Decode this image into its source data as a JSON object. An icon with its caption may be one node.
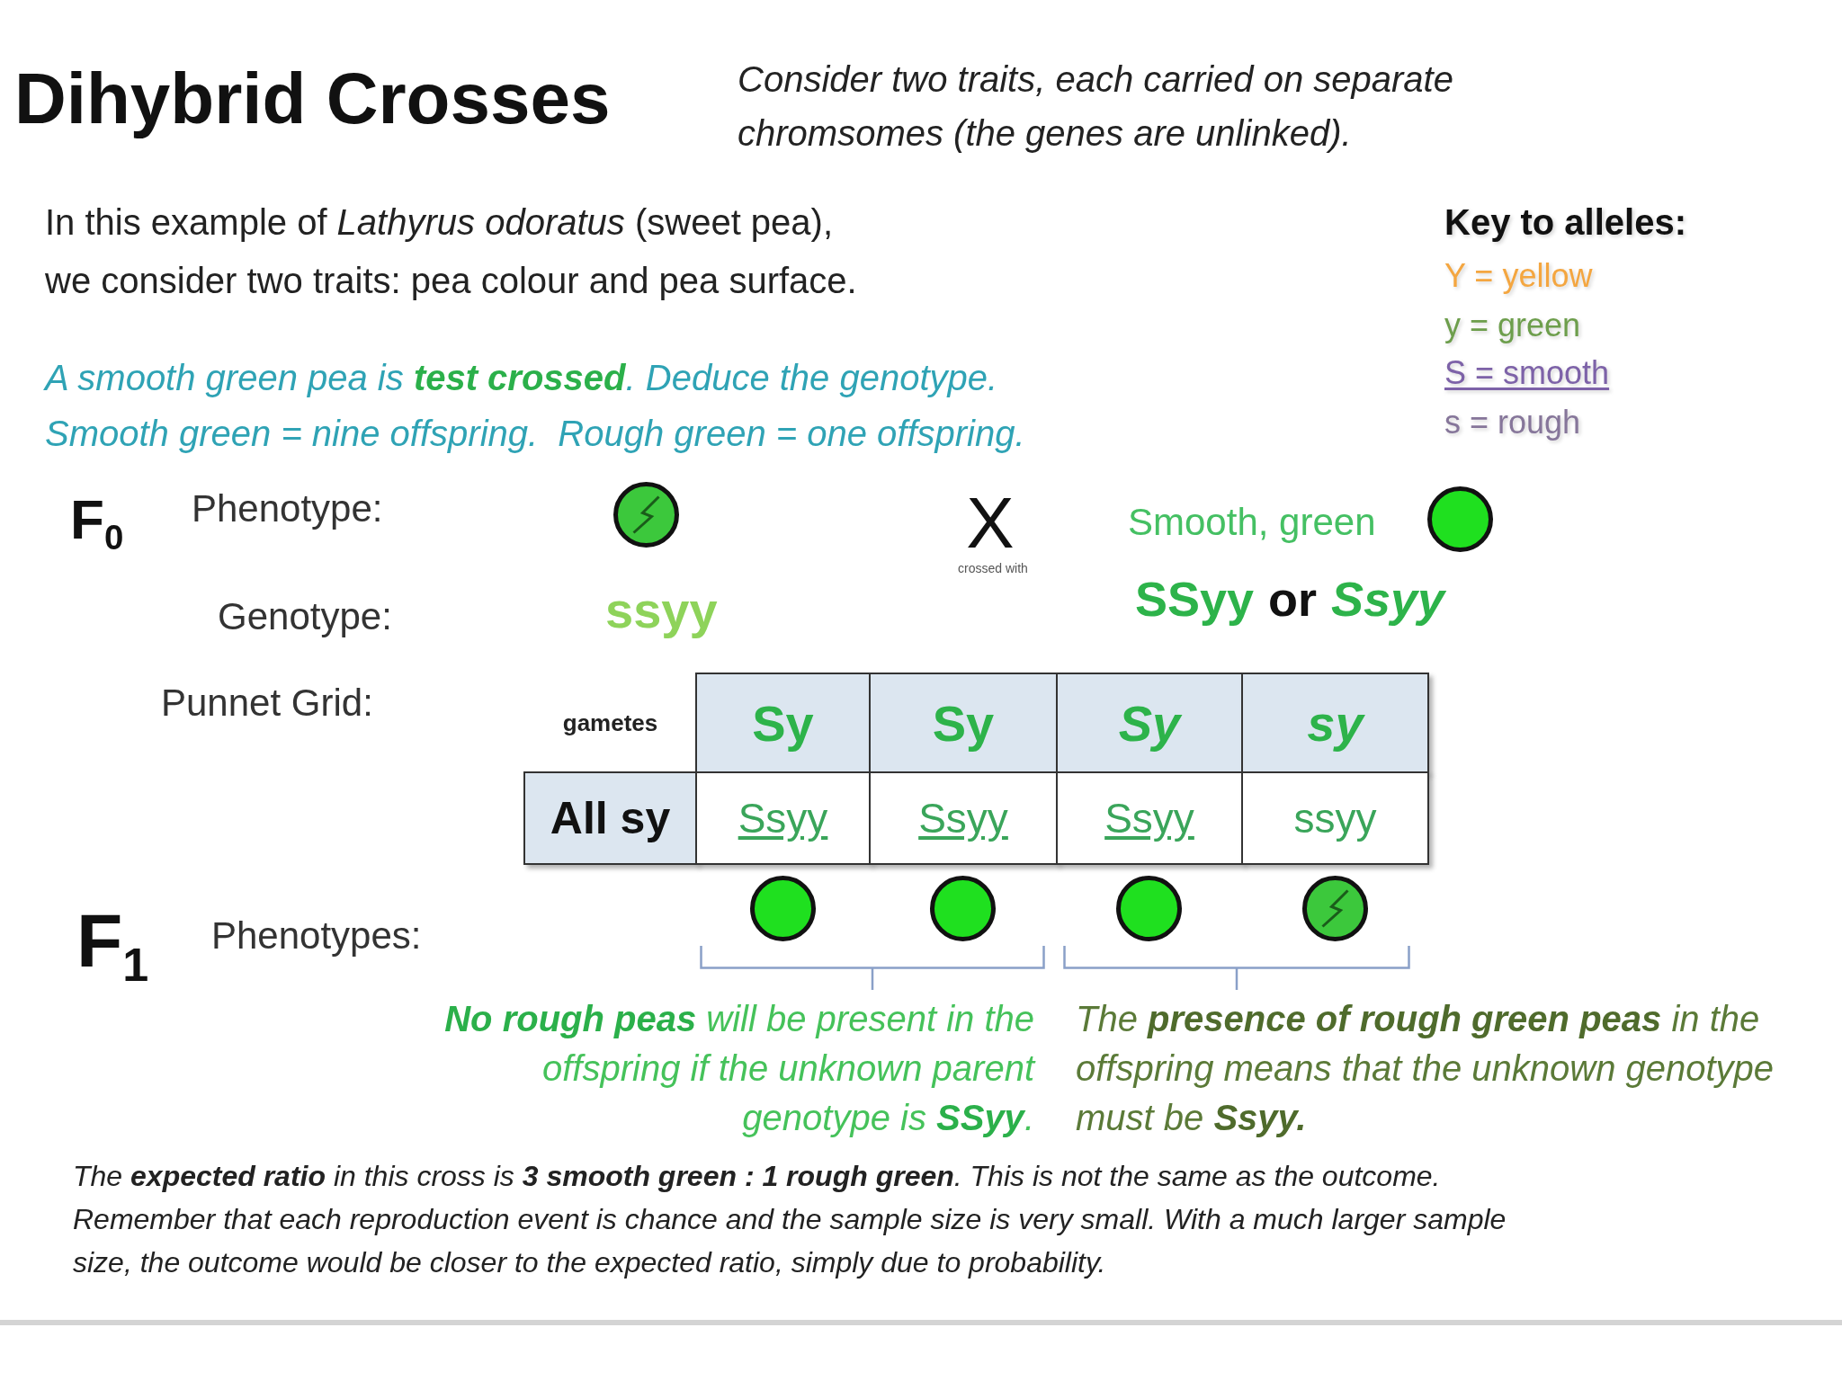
{
  "diagram": {
    "title": "Dihybrid Crosses",
    "labels": [
      "Consider two traits, each carried on separate chromsomes (the genes are unlinked).",
      "In this example of *Lathyrus odoratus* (sweet pea), we consider two traits: pea colour and pea surface.",
      "Key to alleles:",
      "Y = yellow",
      "y = green",
      "S = smooth",
      "s = rough",
      "A smooth green pea is **test crossed**. Deduce the genotype.",
      "Smooth green = nine offspring.  Rough green = one offspring.",
      "F$_{0}$",
      "Phenotype:",
      "X",
      "crossed with",
      "Smooth, green",
      "Genotype:",
      "ssyy",
      "SSyy",
      "or",
      "Ssyy",
      "Punnet Grid:",
      "gametes",
      "Sy",
      "Sy",
      "Sy",
      "sy",
      "All sy",
      "Ssyy",
      "Ssyy",
      "Ssyy",
      "ssyy",
      "F$_{1}$",
      "Phenotypes:",
      "**No rough peas** will be present in the offspring if the unknown parent genotype is **SSyy**.",
      "The **presence of rough green peas** in the offspring means that the unknown genotype must be **Ssyy.**",
      "The **expected ratio** in this cross is **3 smooth green : 1 rough green**. This is not the same as the outcome. Remember that each reproduction event is chance and the sample size is very small. With a much larger sample size, the outcome would be closer to the expected ratio, simply due to probability."
    ]
  }
}
